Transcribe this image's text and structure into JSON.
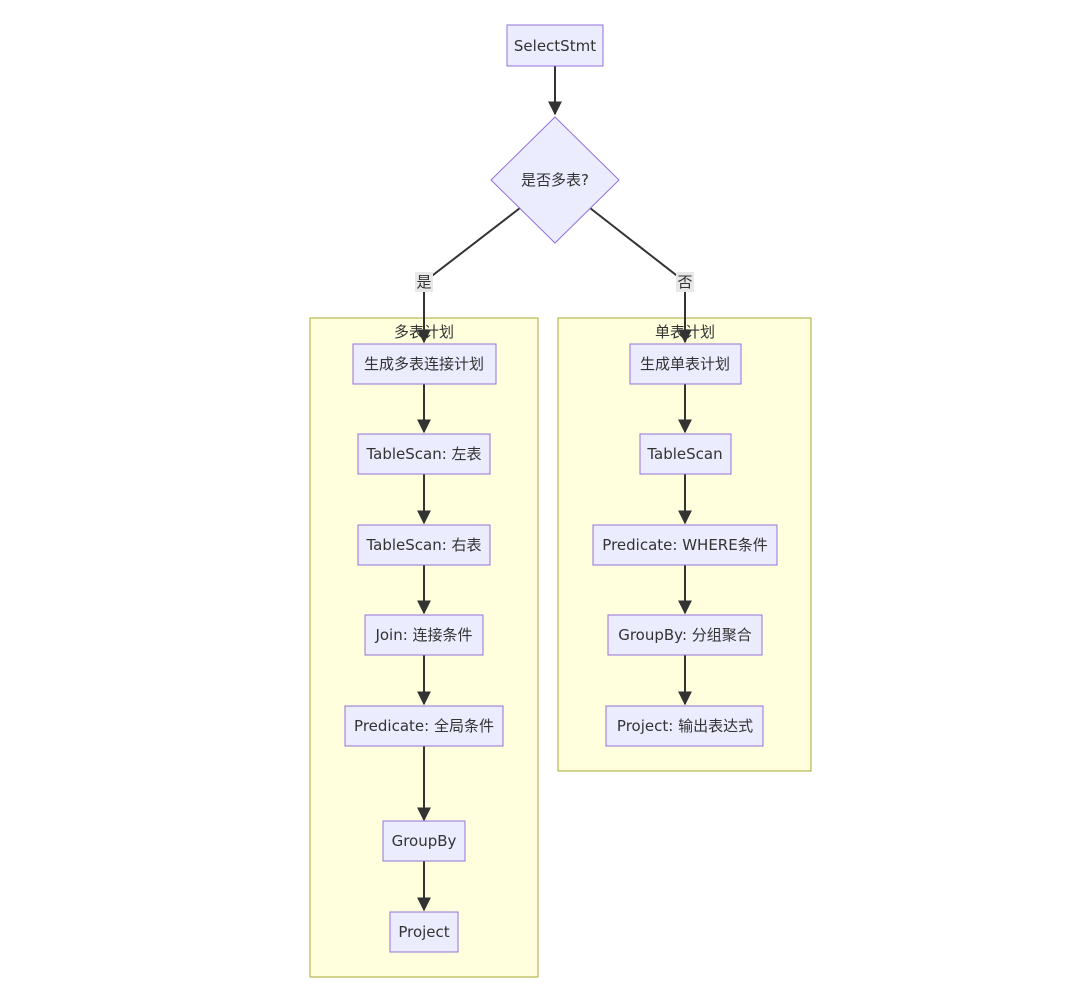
{
  "nodes": {
    "select_stmt": "SelectStmt",
    "decision": "是否多表?",
    "multi_join_plan": "生成多表连接计划",
    "multi_scan_left": "TableScan: 左表",
    "multi_scan_right": "TableScan: 右表",
    "multi_join": "Join: 连接条件",
    "multi_predicate": "Predicate: 全局条件",
    "multi_groupby": "GroupBy",
    "multi_project": "Project",
    "single_plan": "生成单表计划",
    "single_scan": "TableScan",
    "single_predicate": "Predicate: WHERE条件",
    "single_groupby": "GroupBy: 分组聚合",
    "single_project": "Project: 输出表达式"
  },
  "subgraphs": {
    "multi": "多表计划",
    "single": "单表计划"
  },
  "edge_labels": {
    "yes": "是",
    "no": "否"
  },
  "colors": {
    "node_fill": "#ececff",
    "node_border": "#9370db",
    "subgraph_fill": "#ffffde",
    "subgraph_border": "#aaaa33",
    "edge": "#333333",
    "text": "#333333"
  }
}
